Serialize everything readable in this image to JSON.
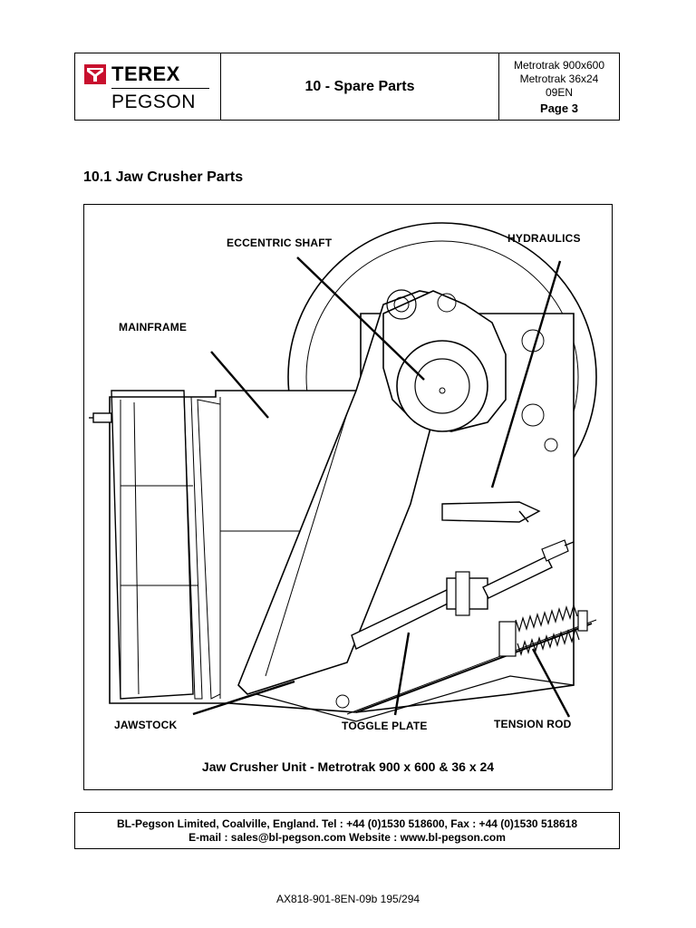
{
  "header": {
    "logo_top": "TEREX",
    "logo_bottom": "PEGSON",
    "title": "10 - Spare Parts",
    "model_line1": "Metrotrak 900x600",
    "model_line2": "Metrotrak 36x24",
    "revision": "09EN",
    "page": "Page 3"
  },
  "section": {
    "title": "10.1 Jaw Crusher Parts"
  },
  "figure": {
    "labels": {
      "eccentric_shaft": "ECCENTRIC SHAFT",
      "hydraulics": "HYDRAULICS",
      "mainframe": "MAINFRAME",
      "jawstock": "JAWSTOCK",
      "toggle_plate": "TOGGLE PLATE",
      "tension_rod": "TENSION ROD"
    },
    "caption": "Jaw Crusher Unit - Metrotrak 900 x 600 & 36 x 24"
  },
  "footer": {
    "line1": "BL-Pegson Limited, Coalville, England. Tel : +44 (0)1530 518600, Fax : +44 (0)1530 518618",
    "line2": "E-mail : sales@bl-pegson.com  Website : www.bl-pegson.com"
  },
  "doc_ref": "AX818-901-8EN-09b  195/294"
}
